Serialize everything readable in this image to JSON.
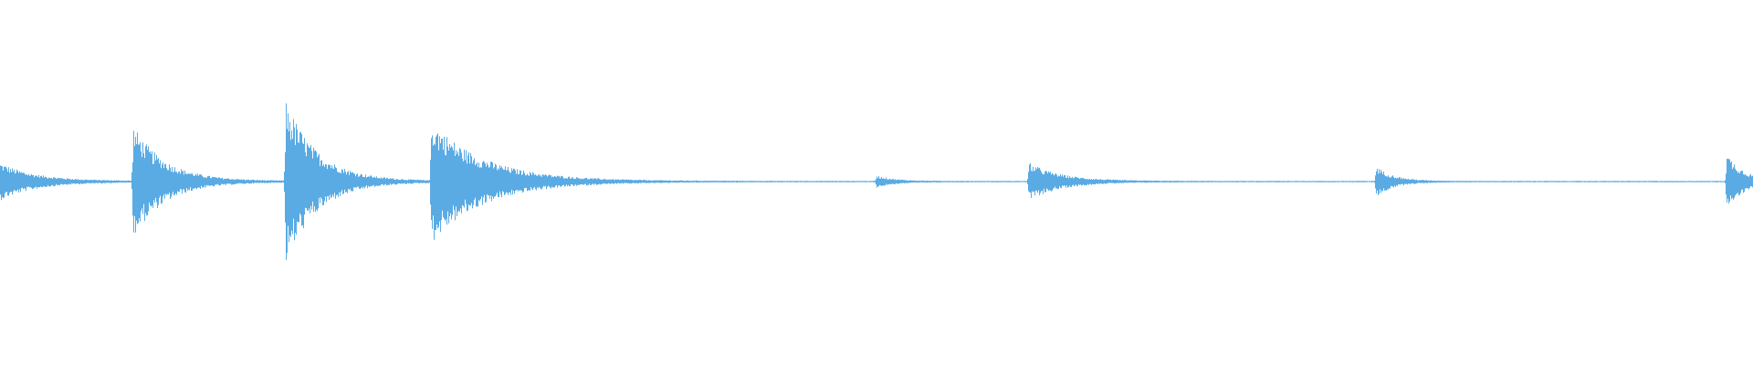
{
  "waveform": {
    "color": "#5aabe3",
    "background": "#ffffff",
    "baseline_amplitude": 0.004,
    "transients": [
      {
        "time": 0.0,
        "peak": 0.1,
        "decay": 0.02
      },
      {
        "time": 0.076,
        "peak": 0.3,
        "decay": 0.018
      },
      {
        "time": 0.163,
        "peak": 0.44,
        "decay": 0.018
      },
      {
        "time": 0.246,
        "peak": 0.33,
        "decay": 0.03
      },
      {
        "time": 0.5,
        "peak": 0.03,
        "decay": 0.01
      },
      {
        "time": 0.587,
        "peak": 0.1,
        "decay": 0.018
      },
      {
        "time": 0.785,
        "peak": 0.08,
        "decay": 0.01
      },
      {
        "time": 0.985,
        "peak": 0.15,
        "decay": 0.01
      }
    ]
  }
}
